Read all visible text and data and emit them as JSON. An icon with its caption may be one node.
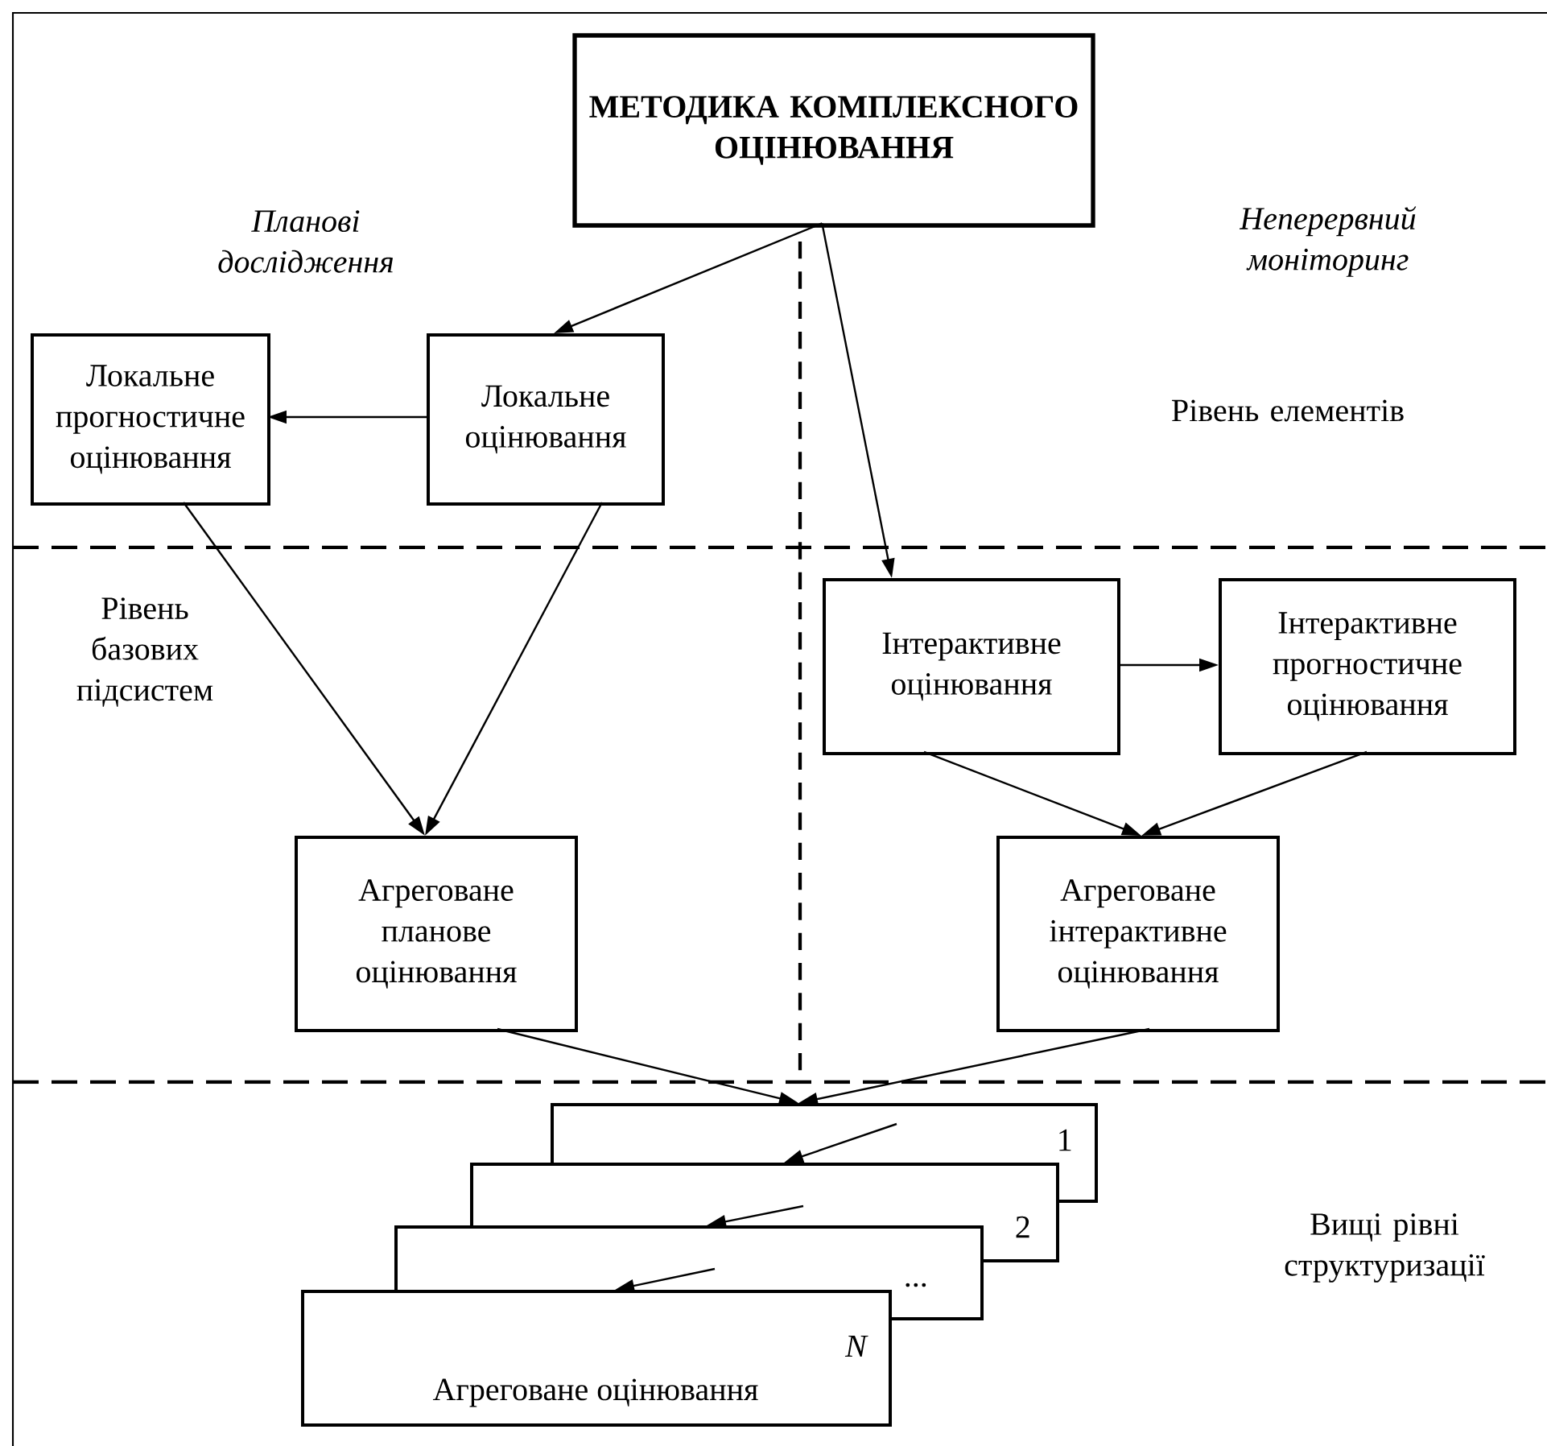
{
  "diagram": {
    "nodes": [
      {
        "text": [
          "МЕТОДИКА КОМПЛЕКСНОГО ОЦІНЮВАННЯ"
        ]
      },
      {
        "text": [
          "Локальне прогностичне оцінювання"
        ]
      },
      {
        "text": [
          "Локальне оцінювання"
        ]
      },
      {
        "text": [
          "Інтерактивне оцінювання"
        ]
      },
      {
        "text": [
          "Інтерактивне прогностичне оцінювання"
        ]
      },
      {
        "text": [
          "Агреговане планове оцінювання"
        ]
      },
      {
        "text": [
          "Агреговане інтерактивне оцінювання"
        ]
      },
      {
        "text": [
          "1"
        ]
      },
      {
        "text": [
          "2"
        ]
      },
      {
        "text": [
          "..."
        ]
      },
      {
        "text": [
          "N",
          "Агреговане оцінювання"
        ]
      }
    ],
    "edges": [
      {
        "from": 0,
        "to": 2,
        "arrow": "to"
      },
      {
        "from": 0,
        "to": 3,
        "arrow": "to"
      },
      {
        "from": 2,
        "to": 1,
        "arrow": "to"
      },
      {
        "from": 1,
        "to": 5,
        "arrow": "to"
      },
      {
        "from": 2,
        "to": 5,
        "arrow": "to"
      },
      {
        "from": 3,
        "to": 4,
        "arrow": "to"
      },
      {
        "from": 3,
        "to": 6,
        "arrow": "to"
      },
      {
        "from": 4,
        "to": 6,
        "arrow": "to"
      },
      {
        "from": 5,
        "to": 7,
        "arrow": "to"
      },
      {
        "from": 6,
        "to": 7,
        "arrow": "to"
      },
      {
        "from": 7,
        "to": 8,
        "arrow": "to"
      },
      {
        "from": 8,
        "to": 9,
        "arrow": "to"
      },
      {
        "from": 9,
        "to": 10,
        "arrow": "to"
      }
    ],
    "labels": [
      "Планові дослідження",
      "Неперервний моніторинг",
      "Рівень елементів",
      "Рівень базових підсистем",
      "Вищі рівні структуризації"
    ]
  }
}
